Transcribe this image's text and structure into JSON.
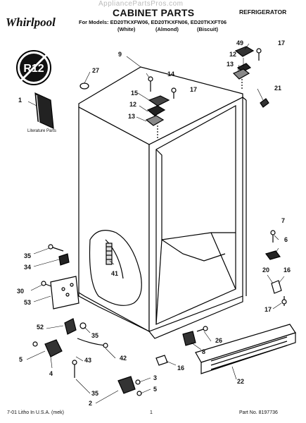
{
  "header": {
    "watermark": "AppliancePartsPros.com",
    "title": "CABINET PARTS",
    "category": "REFRIGERATOR",
    "models_line": "For Models: ED20TKXFW06, ED20TKXFN06, ED20TKXFT06",
    "colors": [
      "(White)",
      "(Almond)",
      "(Biscuit)"
    ],
    "brand": "Whirlpool",
    "badge_text": "R12"
  },
  "literature_label": "Literature Parts",
  "callouts": {
    "c49": "49",
    "c17a": "17",
    "c12a": "12",
    "c13a": "13",
    "c9": "9",
    "c27": "27",
    "c14": "14",
    "c15": "15",
    "c17b": "17",
    "c12b": "12",
    "c13b": "13",
    "c21": "21",
    "c1": "1",
    "c7": "7",
    "c6": "6",
    "c35a": "35",
    "c34": "34",
    "c41": "41",
    "c20": "20",
    "c16a": "16",
    "c30": "30",
    "c53": "53",
    "c17c": "17",
    "c52": "52",
    "c35b": "35",
    "c26": "26",
    "c8": "8",
    "c5a": "5",
    "c4": "4",
    "c43": "43",
    "c42": "42",
    "c16b": "16",
    "c22": "22",
    "c35c": "35",
    "c3": "3",
    "c2": "2",
    "c5b": "5"
  },
  "footer": {
    "left": "7-01 Litho In U.S.A. (mek)",
    "page": "1",
    "part_no": "Part No. 8197736"
  }
}
